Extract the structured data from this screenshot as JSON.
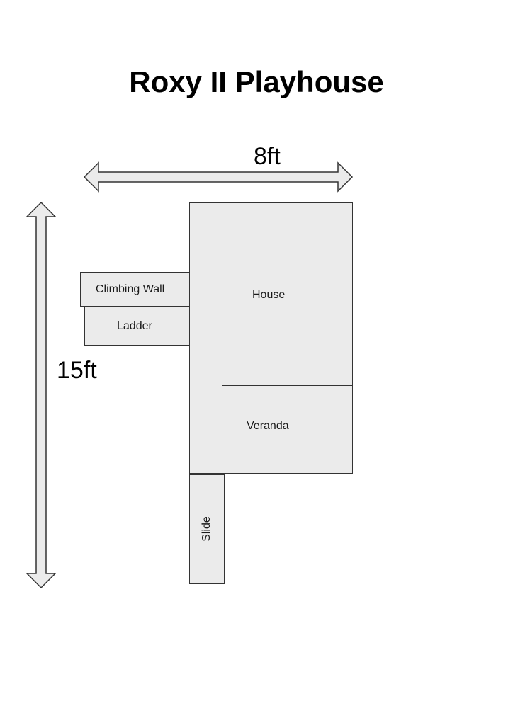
{
  "title": "Roxy II Playhouse",
  "dimensions": {
    "width_label": "8ft",
    "height_label": "15ft"
  },
  "areas": {
    "climbing_wall": "Climbing Wall",
    "ladder": "Ladder",
    "house": "House",
    "veranda": "Veranda",
    "slide": "Slide"
  },
  "colors": {
    "fill": "#ebebeb",
    "stroke": "#333333",
    "text": "#000000"
  }
}
